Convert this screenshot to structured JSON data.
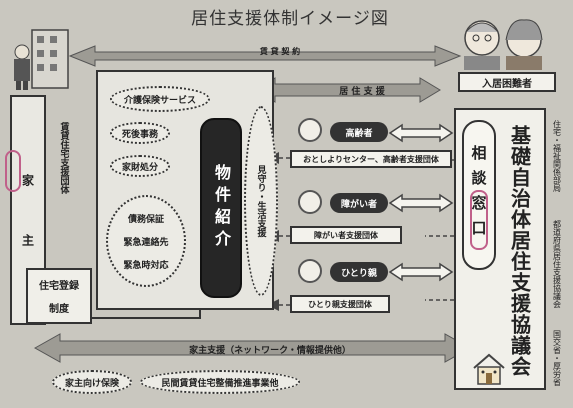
{
  "title": "居住支援体制イメージ図",
  "flows": {
    "lease_contract": "賃 貸 契 約",
    "residential_support": "居 住 支 援",
    "landlord_support": "家主支援（ネットワーク・情報提供他）"
  },
  "left": {
    "landlord": "家　　　　主",
    "housing_registration_line1": "住宅登録",
    "housing_registration_line2": "制度"
  },
  "center": {
    "rental_support_org": "賃貸住宅支援団体",
    "care_insurance": "介護保険サービス",
    "post_death": "死後事務",
    "belongings": "家財処分",
    "debt_guarantee": "債務保証",
    "emergency_contact": "緊急連絡先",
    "emergency_response": "緊急時対応",
    "property_intro": "物件紹介",
    "watch_life_support": "見守り・生活支援"
  },
  "residents": {
    "tenants_label": "入居困難者",
    "elderly": "高齢者",
    "elderly_org": "おとしよりセンター、高齢者支援団体",
    "disabled": "障がい者",
    "disabled_org": "障がい者支援団体",
    "single_parent": "ひとり親",
    "single_parent_org": "ひとり親支援団体"
  },
  "right": {
    "consultation": "相談窓口",
    "council": "基礎自治体居住支援協議会",
    "housing_welfare": "住宅・福祉関係部局",
    "prefectural_council": "都道府県居住支援協議会",
    "ministry": "国交省・厚労省"
  },
  "bottom": {
    "landlord_insurance": "家主向け保険",
    "private_rental_project": "民間賃貸住宅整備推進事業他"
  }
}
